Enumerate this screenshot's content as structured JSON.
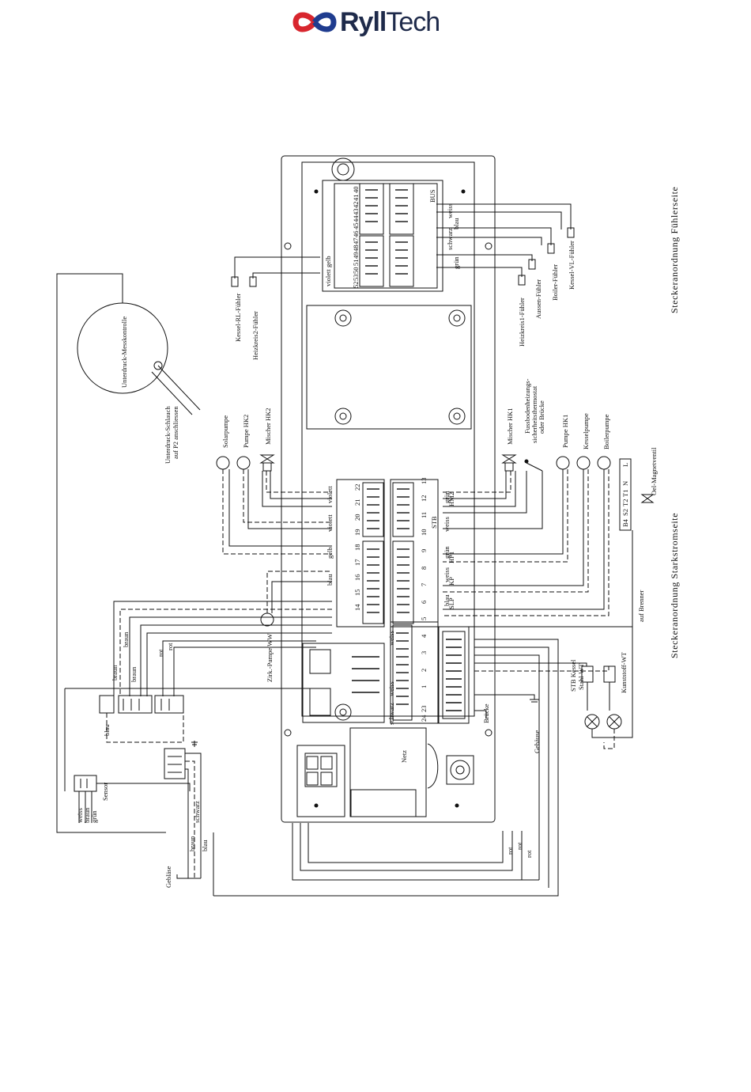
{
  "brand": {
    "name_bold": "Ryll",
    "name_regular": "Tech",
    "colors": {
      "red": "#d8262e",
      "blue": "#1f3c8f"
    }
  },
  "sides": {
    "sensor_side": "Steckeranordnung Fühlerseite",
    "power_side": "Steckeranordnung Starkstromseite"
  },
  "sensors": {
    "kessel_rl": "Kessel-RL-Fühler",
    "heizkreis2": "Heizkreis2-Fühler",
    "heizkreis1": "Heizkreis1-Fühler",
    "aussen": "Aussen-Fühler",
    "boiler": "Boiler-Fühler",
    "kessel_vl": "Kessel-VL-Fühler"
  },
  "measurement": {
    "unterdruck": "Unterdruck-Messkontrolle",
    "hose_line1": "Unterdruck-Schlauch",
    "hose_line2": "auf P2 anschliessen"
  },
  "actuators": {
    "solarpumpe": "Solarpumpe",
    "pumpe_hk2": "Pumpe HK2",
    "mischer_hk2": "Mischer HK2",
    "mischer_hk1": "Mischer HK1",
    "floor_line1": "Fussbodenheizungs-",
    "floor_line2": "sicherheitsthermostat",
    "floor_line3": "oder Brücke",
    "pumpe_hk1": "Pumpe HK1",
    "kesselpumpe": "Kesselpumpe",
    "boilerpumpe": "Boilerpumpe",
    "oel_magnetventil": "Oel-Magnetventil",
    "zirk_pumpe": "Zirk.-Pumpe WW",
    "auf_brenner": "auf Brenner",
    "stb_line1": "STB Kessel",
    "stb_line2": "Stahl-WT",
    "kunststoff": "Kunststoff-WT",
    "gehaeuse": "Gehäuse",
    "bruecke": "Brücke",
    "netz": "Netz",
    "sensor": "Sensor",
    "geblaese": "Gebläse"
  },
  "wire_colors": {
    "violett": "violett",
    "gelb": "gelb",
    "blau": "blau",
    "weiss": "weiss",
    "braun": "braun",
    "gruen": "grün",
    "schwarz": "schwarz",
    "rot": "rot"
  },
  "terminal_codes": {
    "bus": "BUS",
    "hm2": "HM2",
    "stb": "STB",
    "hp1": "HP1",
    "kp": "KP",
    "slp": "SLP",
    "b4": "B4",
    "s2": "S2",
    "t2": "T2",
    "t1": "T1",
    "n": "N",
    "l": "L"
  },
  "terminal_numbers_top": [
    "52",
    "53",
    "50",
    "51",
    "49",
    "48",
    "47",
    "46",
    "45",
    "44",
    "43",
    "42",
    "41",
    "40"
  ],
  "terminal_numbers_mid": [
    "22",
    "21",
    "20",
    "19",
    "18",
    "17",
    "16",
    "15",
    "14",
    "13",
    "12",
    "11",
    "10",
    "9",
    "8",
    "7",
    "6",
    "5",
    "4",
    "3",
    "2",
    "1",
    "23",
    "24"
  ]
}
